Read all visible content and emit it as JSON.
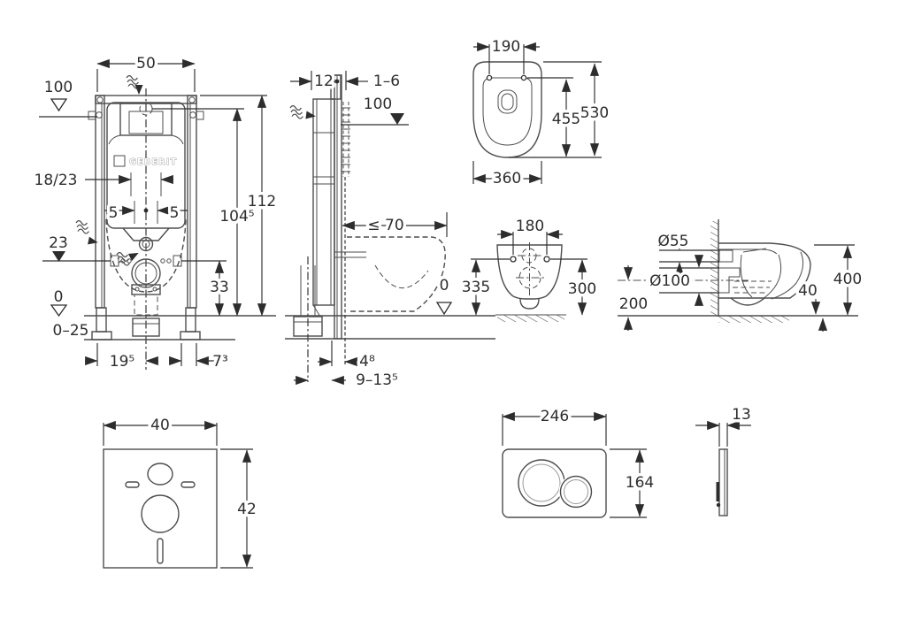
{
  "image": {
    "background": "#ffffff",
    "line_color": "#4d4d4d",
    "dim_color": "#2d2d2d"
  },
  "views": {
    "frame_front": {
      "brand": "GEBERIT",
      "dims": {
        "width": "50",
        "level": "100",
        "height": "112",
        "height_inner": "104⁵",
        "plate_range": "18/23",
        "offset_left": "5",
        "offset_right": "5",
        "outlet_level": "23",
        "outlet_height": "33",
        "floor_level": "0",
        "floor_range": "0–25",
        "foot_left": "19⁵",
        "foot_right": "7³"
      }
    },
    "frame_side": {
      "dims": {
        "rail_depth": "12",
        "finish": "1–6",
        "level": "100",
        "bowl_depth": "≤ 70",
        "floor_level": "0",
        "wall_offset": "4⁸",
        "pipe_offset": "9–13⁵"
      }
    },
    "bowl_top": {
      "dims": {
        "hole_spacing": "190",
        "depth_inner": "455",
        "depth": "530",
        "width": "360"
      }
    },
    "bowl_rear": {
      "dims": {
        "hole_spacing": "180",
        "height_left": "335",
        "height_right": "300"
      }
    },
    "bowl_side": {
      "dims": {
        "inlet": "Ø55",
        "outlet": "Ø100",
        "outlet_height": "200",
        "rim_gap": "40",
        "height": "400"
      }
    },
    "mat": {
      "dims": {
        "width": "40",
        "height": "42"
      }
    },
    "plate_front": {
      "dims": {
        "width": "246",
        "height": "164"
      }
    },
    "plate_side": {
      "dims": {
        "thickness": "13"
      }
    }
  }
}
